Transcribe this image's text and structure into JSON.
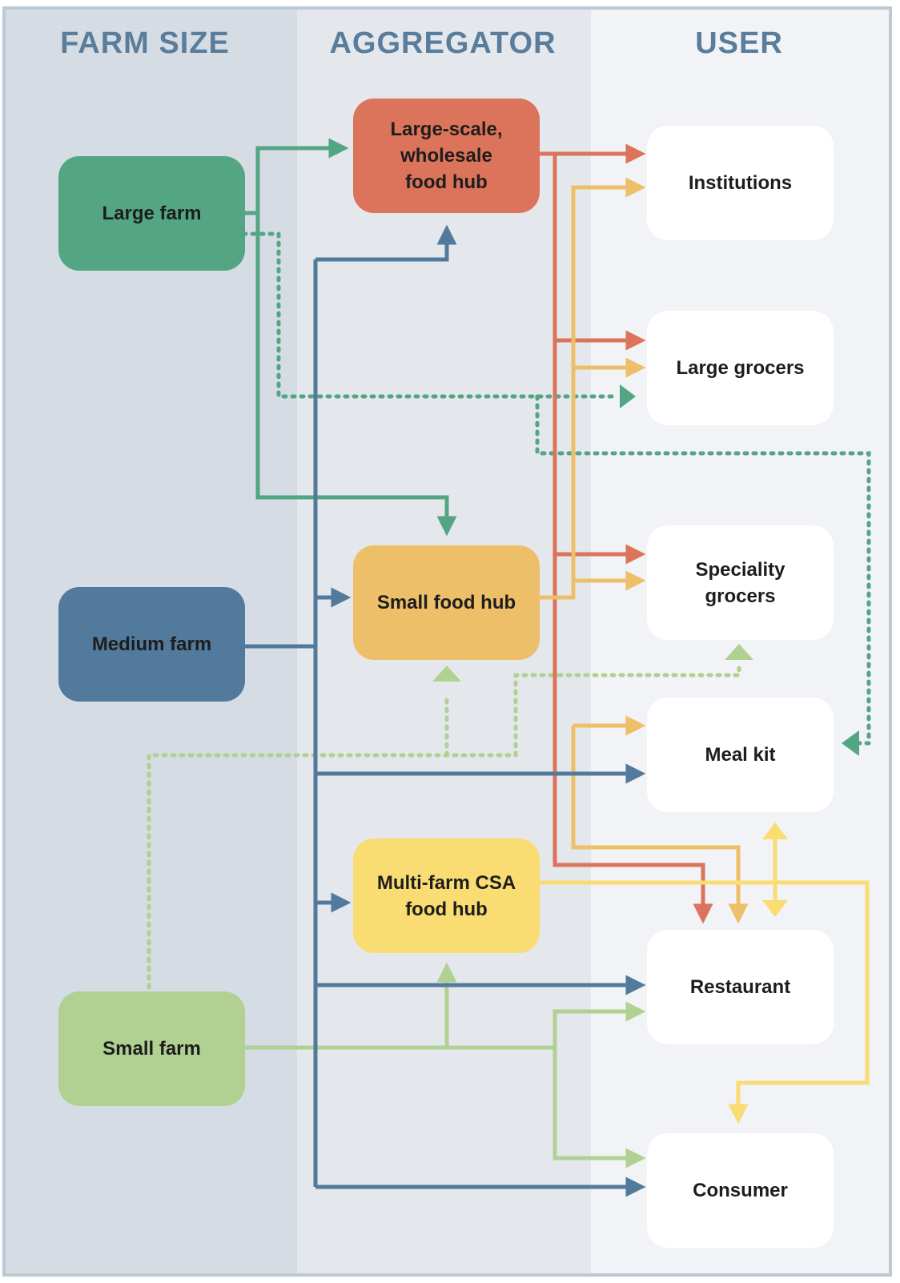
{
  "columns": {
    "farm": "FARM SIZE",
    "aggregator": "AGGREGATOR",
    "user": "USER"
  },
  "nodes": {
    "large_farm": "Large farm",
    "medium_farm": "Medium farm",
    "small_farm": "Small farm",
    "wholesale_hub": "Large-scale,\nwholesale\nfood hub",
    "small_hub": "Small food hub",
    "csa_hub": "Multi-farm CSA\nfood hub",
    "institutions": "Institutions",
    "large_grocers": "Large grocers",
    "speciality_grocers": "Speciality\ngrocers",
    "meal_kit": "Meal kit",
    "restaurant": "Restaurant",
    "consumer": "Consumer"
  },
  "colors": {
    "large_farm": "#54a584",
    "medium_farm": "#527a9c",
    "small_farm": "#b0d192",
    "wholesale_hub": "#dc735b",
    "small_hub": "#eebf69",
    "csa_hub": "#f9dc72",
    "user_box": "#ffffff",
    "band_farm": "#d5dce3",
    "band_aggregator": "#e4e8ed",
    "band_user": "#f1f3f6",
    "frame": "#bcc9d5"
  }
}
